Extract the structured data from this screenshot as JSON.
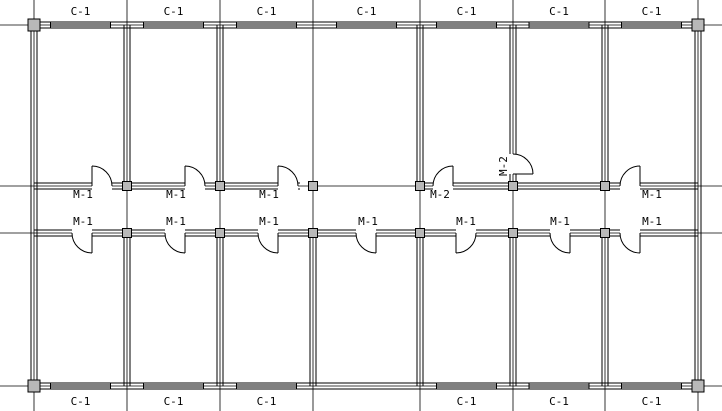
{
  "labels": {
    "window": "C-1",
    "door": "M-1",
    "door_large": "M-2"
  },
  "plan": {
    "bays": 7,
    "rows": [
      "north rooms",
      "corridor",
      "south rooms"
    ],
    "north_windows": 7,
    "south_windows": [
      "C-1",
      "C-1",
      "C-1",
      "",
      "C-1",
      "C-1",
      "C-1"
    ],
    "north_doors": [
      "M-1",
      "M-1",
      "M-1",
      "",
      "M-2",
      "M-2",
      "M-1"
    ],
    "south_doors": [
      "M-1",
      "M-1",
      "M-1",
      "M-1",
      "M-1",
      "M-1",
      "M-1"
    ]
  }
}
